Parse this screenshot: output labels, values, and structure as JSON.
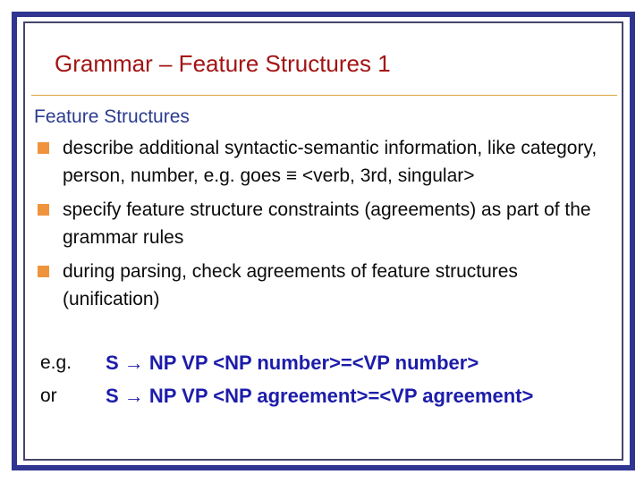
{
  "slide": {
    "title": "Grammar – Feature Structures 1"
  },
  "content": {
    "heading": "Feature Structures",
    "bullets": [
      "describe additional syntactic-semantic information, like category, person, number, e.g. goes ≡ <verb, 3rd, singular>",
      "specify feature structure constraints (agreements) as part of the grammar rules",
      "during parsing, check agreements of feature structures (unification)"
    ],
    "examples": [
      {
        "label": "e.g.",
        "rule": "S → NP VP <NP number>=<VP number>"
      },
      {
        "label": "or",
        "rule": "S → NP VP <NP agreement>=<VP agreement>"
      }
    ]
  },
  "colors": {
    "border_navy": "#2f3590",
    "inner_line": "#45456b",
    "title_red": "#a31414",
    "divider_orange": "#d9a63f",
    "heading_blue": "#2b3b8f",
    "bullet_orange": "#ef943c",
    "body_black": "#0a0a0a",
    "rule_blue": "#1c1caa"
  }
}
